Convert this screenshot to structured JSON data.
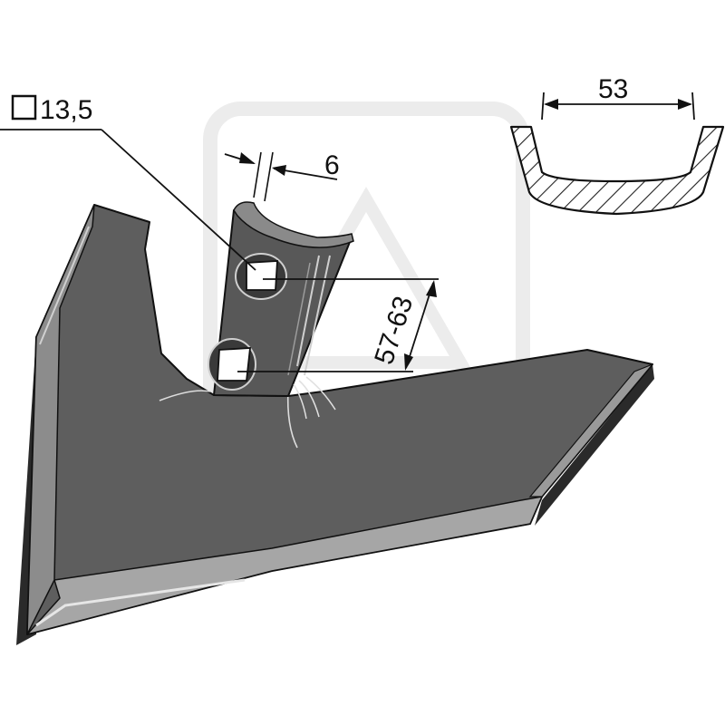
{
  "dimensions": {
    "hole_square": "13,5",
    "shank_thickness": "6",
    "hole_spacing": "57-63",
    "profile_width": "53"
  },
  "icons": {
    "square_symbol": "square-outline-icon",
    "watermark": "watermark-logo-icon"
  },
  "colors": {
    "blade_body": "#5e5e5e",
    "blade_edge_light": "#b3b3b3",
    "blade_edge_dark": "#2a2a2a",
    "outline": "#111111",
    "watermark": "#ececec",
    "background": "#ffffff"
  }
}
